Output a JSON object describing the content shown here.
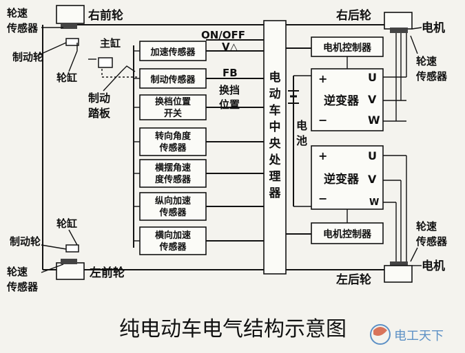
{
  "caption": "纯电动车电气结构示意图",
  "watermark": "电工天下",
  "wheels": {
    "front_right": "右前轮",
    "front_left": "左前轮",
    "rear_right": "右后轮",
    "rear_left": "左后轮"
  },
  "labels": {
    "speed_sensor_tl": "轮速传感器",
    "brake_wheel_t": "制动轮",
    "wheel_cyl_t": "轮缸",
    "master_cyl": "主缸",
    "brake_pedal": "制动踏板",
    "wheel_cyl_b": "轮缸",
    "brake_wheel_b": "制动轮",
    "speed_sensor_bl": "轮速传感器",
    "motor_tr": "电机",
    "speed_sensor_tr": "轮速传感器",
    "speed_sensor_br": "轮速传感器",
    "motor_br": "电机"
  },
  "signals": {
    "onoff": "ON/OFF",
    "v": "V△",
    "fb": "FB",
    "shift": "换挡位置"
  },
  "sensors": [
    "加速传感器",
    "制动传感器",
    "换挡位置开关",
    "转向角度传感器",
    "横摆角速度传感器",
    "纵向加速传感器",
    "横向加速传感器"
  ],
  "central_processor": "电动车中央处理器",
  "battery": "电池",
  "motor_controller_top": "电机控制器",
  "motor_controller_bottom": "电机控制器",
  "inverter_top": {
    "label": "逆变器",
    "plus": "+",
    "minus": "−",
    "u": "U",
    "v": "V",
    "w": "W"
  },
  "inverter_bottom": {
    "label": "逆变器",
    "plus": "+",
    "minus": "−",
    "u": "U",
    "v": "V",
    "w": "W"
  }
}
